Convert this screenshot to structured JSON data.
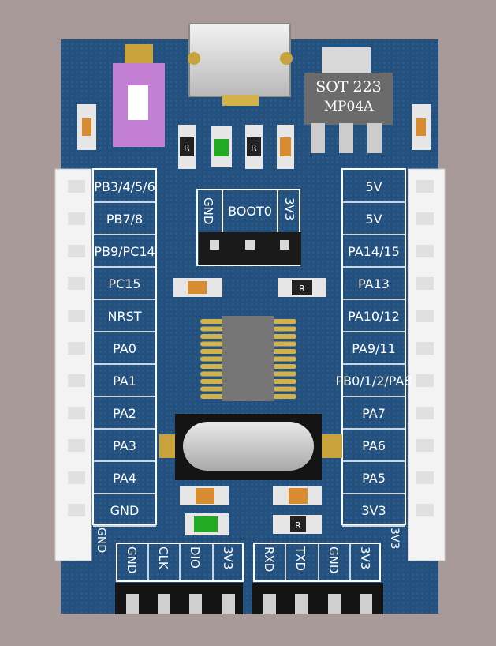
{
  "left_labels": [
    "PB3/4/5/6",
    "PB7/8",
    "PB9/PC14",
    "PC15",
    "NRST",
    "PA0",
    "PA1",
    "PA2",
    "PA3",
    "PA4",
    "GND"
  ],
  "right_labels": [
    "5V",
    "5V",
    "PA14/15",
    "PA13",
    "PA10/12",
    "PA9/11",
    "PB0/1/2/PA8",
    "PA7",
    "PA6",
    "PA5",
    "3V3"
  ],
  "boot": {
    "gnd": "GND",
    "boot0": "BOOT0",
    "v33": "3V3"
  },
  "bottom_swd": [
    "GND",
    "CLK",
    "DIO",
    "3V3"
  ],
  "bottom_uart": [
    "RXD",
    "TXD",
    "GND",
    "3V3"
  ],
  "corner": {
    "left": "GND",
    "right": "3V3"
  },
  "regulator": {
    "line1": "SOT 223",
    "line2": "MP04A"
  },
  "res_mark": "R",
  "colors": {
    "board": "#25517f",
    "silk": "#ffffff",
    "connector": "#f3f3f3",
    "switch": "#c27fd4",
    "gold": "#c8a23a"
  }
}
